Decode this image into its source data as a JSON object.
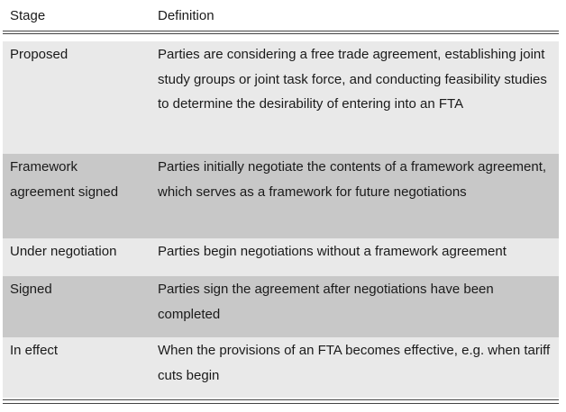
{
  "header": {
    "stage": "Stage",
    "definition": "Definition"
  },
  "rows": [
    {
      "stage": "Proposed",
      "definition": "Parties are considering a free trade agreement, establishing joint study groups or joint task force, and conducting feasibility studies to determine the desirability of entering into an FTA"
    },
    {
      "stage": "Framework agreement signed",
      "definition": "Parties initially negotiate the contents of a framework agreement, which serves as a framework for future negotiations"
    },
    {
      "stage": "Under negotiation",
      "definition": "Parties begin negotiations without a framework agreement"
    },
    {
      "stage": "Signed",
      "definition": "Parties sign the agreement after negotiations have been completed"
    },
    {
      "stage": "In effect",
      "definition": "When the provisions of an FTA becomes effective, e.g. when tariff cuts begin"
    }
  ]
}
